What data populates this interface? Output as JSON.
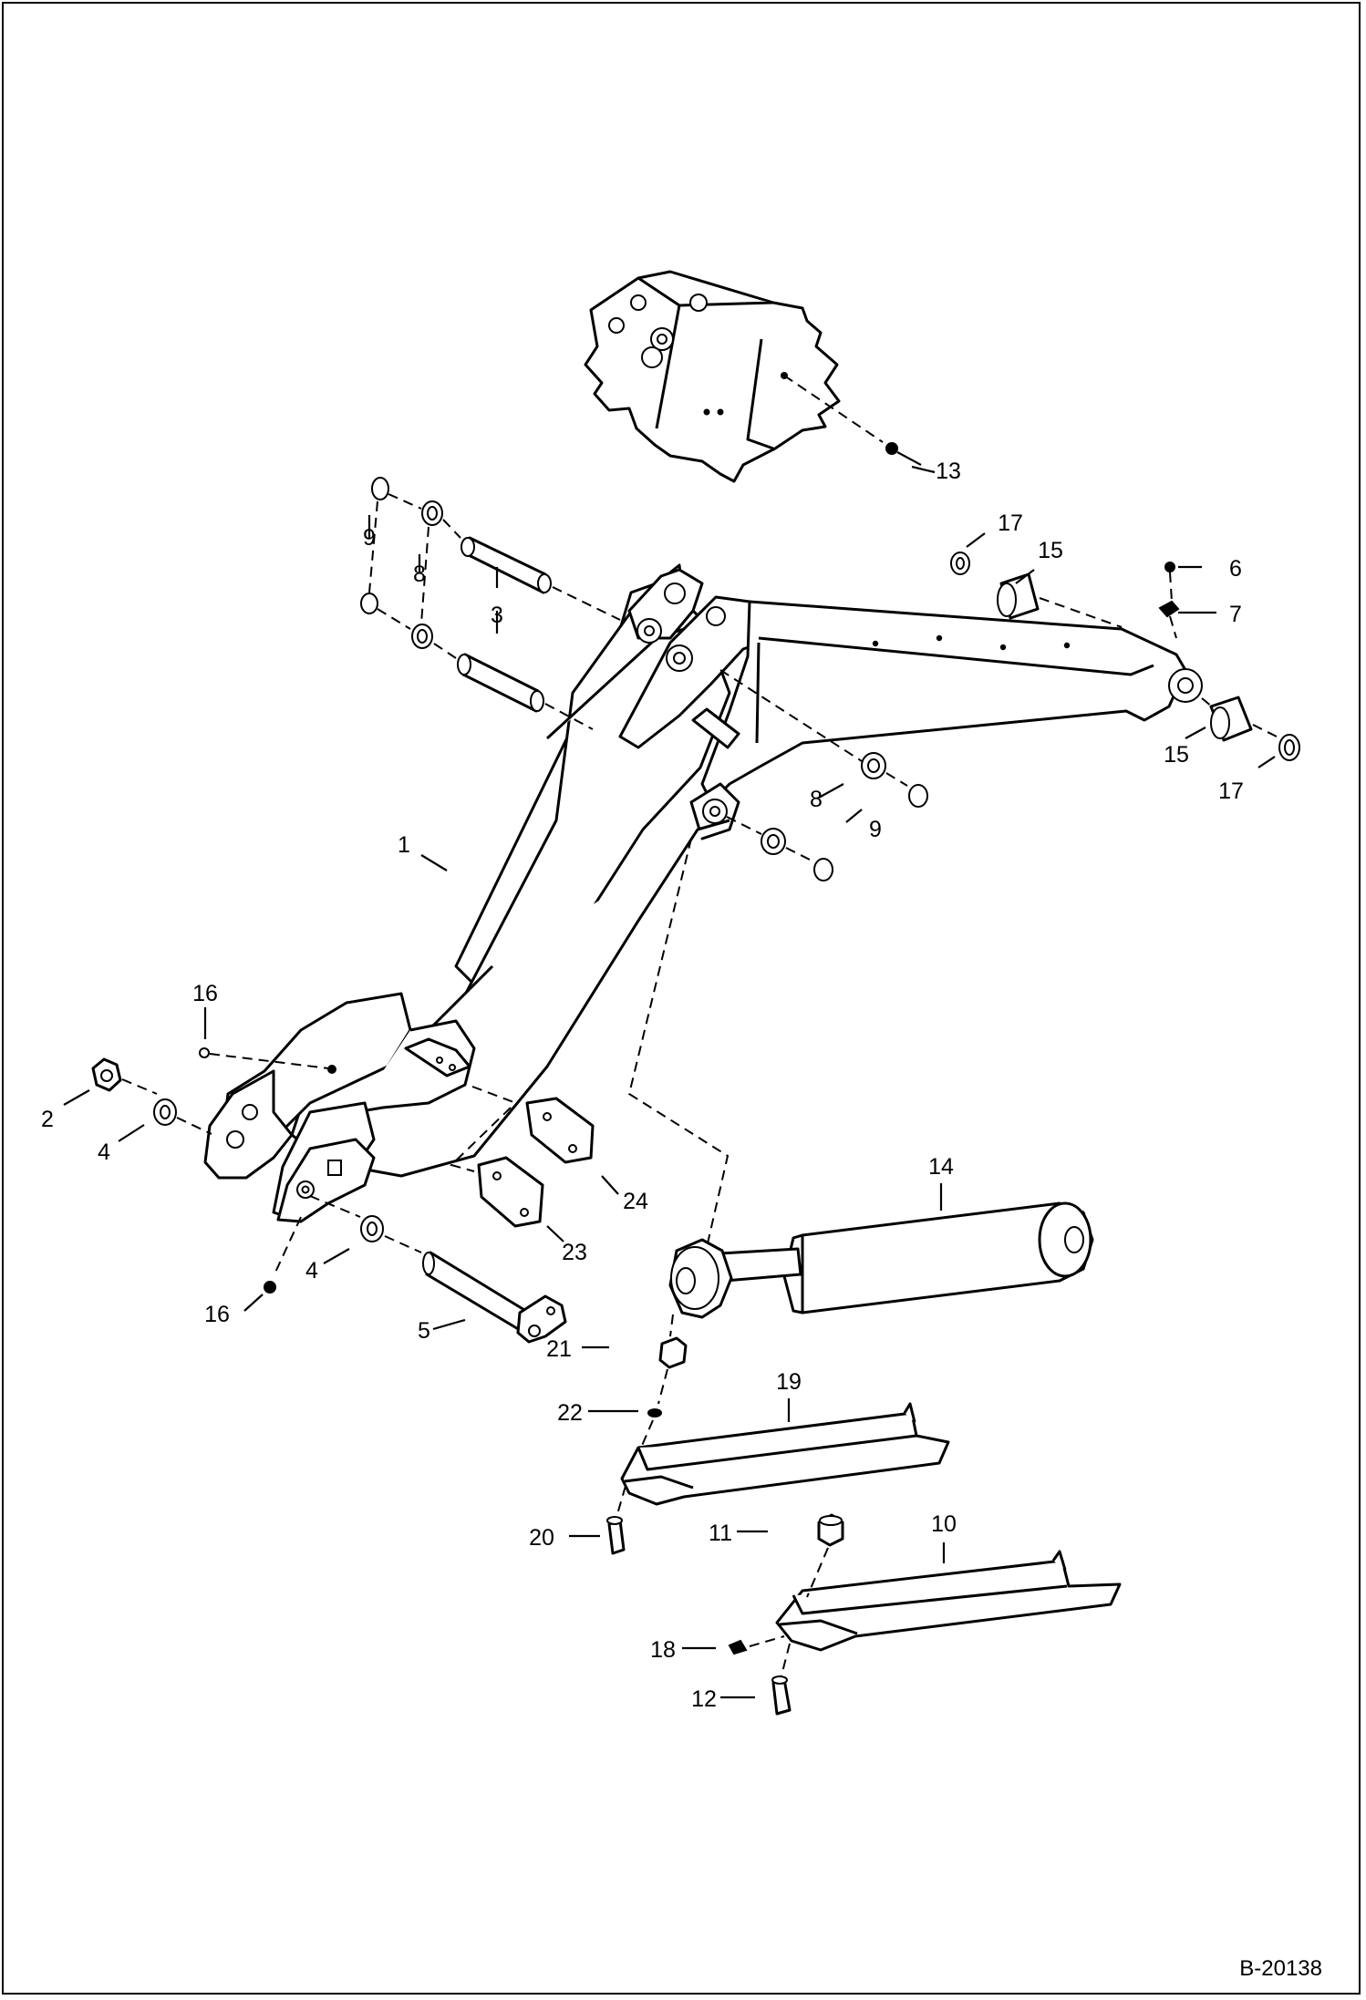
{
  "diagram": {
    "reference_code": "B-20138",
    "callouts": [
      {
        "id": "c1",
        "label": "1"
      },
      {
        "id": "c2",
        "label": "2"
      },
      {
        "id": "c3",
        "label": "3"
      },
      {
        "id": "c4a",
        "label": "4"
      },
      {
        "id": "c4b",
        "label": "4"
      },
      {
        "id": "c5",
        "label": "5"
      },
      {
        "id": "c6",
        "label": "6"
      },
      {
        "id": "c7",
        "label": "7"
      },
      {
        "id": "c8a",
        "label": "8"
      },
      {
        "id": "c8b",
        "label": "8"
      },
      {
        "id": "c9a",
        "label": "9"
      },
      {
        "id": "c9b",
        "label": "9"
      },
      {
        "id": "c10",
        "label": "10"
      },
      {
        "id": "c11",
        "label": "11"
      },
      {
        "id": "c12",
        "label": "12"
      },
      {
        "id": "c13",
        "label": "13"
      },
      {
        "id": "c14",
        "label": "14"
      },
      {
        "id": "c15a",
        "label": "15"
      },
      {
        "id": "c15b",
        "label": "15"
      },
      {
        "id": "c16a",
        "label": "16"
      },
      {
        "id": "c16b",
        "label": "16"
      },
      {
        "id": "c17a",
        "label": "17"
      },
      {
        "id": "c17b",
        "label": "17"
      },
      {
        "id": "c18",
        "label": "18"
      },
      {
        "id": "c19",
        "label": "19"
      },
      {
        "id": "c20",
        "label": "20"
      },
      {
        "id": "c21",
        "label": "21"
      },
      {
        "id": "c22",
        "label": "22"
      },
      {
        "id": "c23",
        "label": "23"
      },
      {
        "id": "c24",
        "label": "24"
      }
    ]
  }
}
